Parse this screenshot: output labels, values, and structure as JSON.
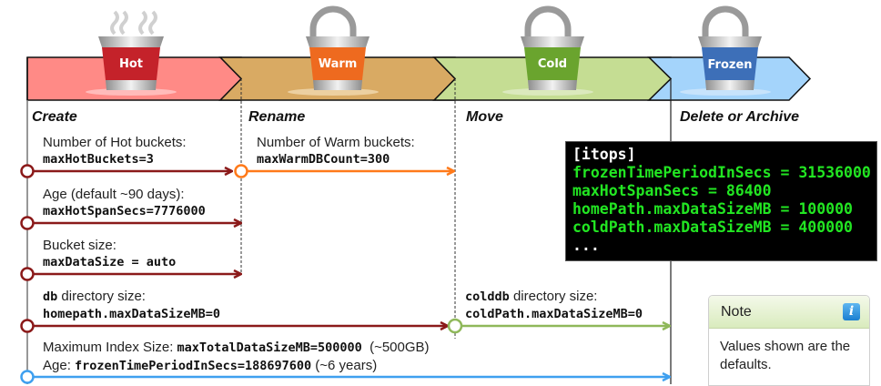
{
  "stages": [
    {
      "id": "hot",
      "bucket_label": "Hot",
      "phase_label": "Create",
      "band_color": "#ff8a86",
      "bucket_color": "#c4222a",
      "handle": "steam"
    },
    {
      "id": "warm",
      "bucket_label": "Warm",
      "phase_label": "Rename",
      "band_color": "#d9aa63",
      "bucket_color": "#ee6a1f",
      "handle": "handle"
    },
    {
      "id": "cold",
      "bucket_label": "Cold",
      "phase_label": "Move",
      "band_color": "#c5dd93",
      "bucket_color": "#6aa42e",
      "handle": "handle"
    },
    {
      "id": "frozen",
      "bucket_label": "Frozen",
      "phase_label": "Delete or Archive",
      "band_color": "#a4d4fb",
      "bucket_color": "#3d6fb8",
      "handle": "handle"
    }
  ],
  "settings": {
    "hot_buckets": {
      "label": "Number of Hot buckets:",
      "code": "maxHotBuckets=3"
    },
    "age": {
      "label": "Age (default ~90 days):",
      "code": "maxHotSpanSecs=7776000"
    },
    "bucket_size": {
      "label": "Bucket size:",
      "code": "maxDataSize = auto"
    },
    "db_dir": {
      "bold": "db",
      "label": " directory size:",
      "code": "homepath.maxDataSizeMB=0"
    },
    "warm_buckets": {
      "label": "Number of Warm buckets:",
      "code": "maxWarmDBCount=300"
    },
    "colddb_dir": {
      "bold": "colddb",
      "label": " directory size:",
      "code": "coldPath.maxDataSizeMB=0"
    },
    "max_index": {
      "label": "Maximum Index Size: ",
      "code": "maxTotalDataSizeMB=500000",
      "suffix": "  (~500GB)"
    },
    "frozen_age": {
      "label": "Age: ",
      "code": "frozenTimePeriodInSecs=188697600",
      "suffix": " (~6 years)"
    }
  },
  "code_example": {
    "lines": [
      "[itops]",
      "frozenTimePeriodInSecs = 31536000",
      "maxHotSpanSecs = 86400",
      "homePath.maxDataSizeMB = 100000",
      "coldPath.maxDataSizeMB = 400000",
      "..."
    ]
  },
  "note": {
    "title": "Note",
    "icon": "info-icon",
    "body": "Values shown are the defaults."
  },
  "colors": {
    "hot_arrow": "#8b1a1a",
    "warm_arrow": "#ff7a1a",
    "cold_arrow": "#8fb85a",
    "frozen_arrow": "#3fa0ef",
    "code_text": "#22e622"
  }
}
